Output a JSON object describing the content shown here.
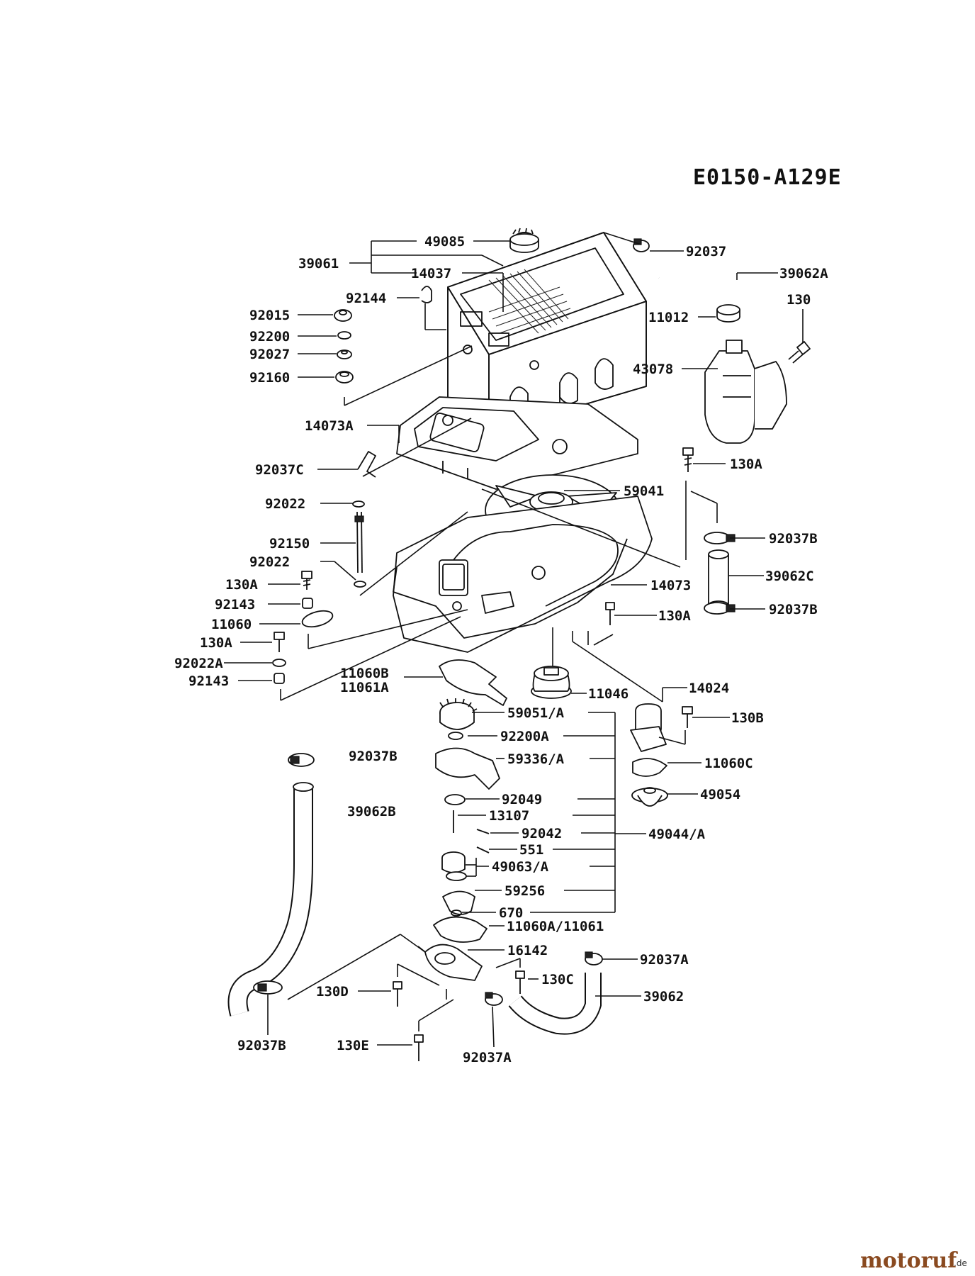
{
  "diagram_code": "E0150-A129E",
  "watermark": {
    "brand": "motoruf",
    "suffix": ".de",
    "brand_color": "#8a4a20",
    "suffix_color": "#333333"
  },
  "labels": {
    "p49085": "49085",
    "p92037": "92037",
    "p39061": "39061",
    "p14037": "14037",
    "p39062A": "39062A",
    "p92144": "92144",
    "p130": "130",
    "p92015": "92015",
    "p11012": "11012",
    "p92200": "92200",
    "p92027": "92027",
    "p43078": "43078",
    "p92160": "92160",
    "p14073A": "14073A",
    "p92037C": "92037C",
    "p130A_1": "130A",
    "p59041": "59041",
    "p92022_1": "92022",
    "p92037B_1": "92037B",
    "p92150": "92150",
    "p92022_2": "92022",
    "p39062C": "39062C",
    "p130A_2": "130A",
    "p14073": "14073",
    "p92143_1": "92143",
    "p92037B_2": "92037B",
    "p11060": "11060",
    "p130A_3": "130A",
    "p130A_4": "130A",
    "p92022A": "92022A",
    "p11060B": "11060B",
    "p11061A": "11061A",
    "p92143_2": "92143",
    "p11046": "11046",
    "p14024": "14024",
    "p59051A": "59051/A",
    "p130B": "130B",
    "p92200A": "92200A",
    "p92037B_3": "92037B",
    "p59336A": "59336/A",
    "p11060C": "11060C",
    "p92049": "92049",
    "p49054": "49054",
    "p39062B": "39062B",
    "p13107": "13107",
    "p92042": "92042",
    "p49044A": "49044/A",
    "p551": "551",
    "p49063A": "49063/A",
    "p59256": "59256",
    "p670": "670",
    "p11060A11061": "11060A/11061",
    "p16142": "16142",
    "p92037A_1": "92037A",
    "p130C": "130C",
    "p130D": "130D",
    "p39062": "39062",
    "p92037B_4": "92037B",
    "p130E": "130E",
    "p92037A_2": "92037A"
  }
}
